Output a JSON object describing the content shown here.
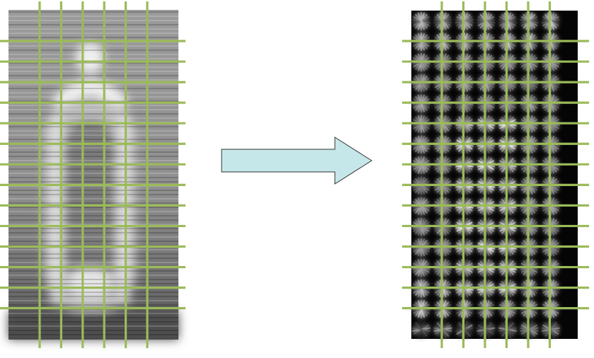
{
  "diagram": {
    "left_panel": {
      "kind": "grayscale-image-with-grid",
      "cols": 6,
      "rows": 14
    },
    "right_panel": {
      "kind": "hog-visualization-with-grid",
      "cols": 6,
      "rows": 14
    },
    "arrow": {
      "direction": "right"
    }
  },
  "colors": {
    "grid_line": "#9bbb59",
    "arrow_fill": "#c6e7ea",
    "arrow_stroke": "#333333",
    "right_panel_bg": "#050505"
  }
}
